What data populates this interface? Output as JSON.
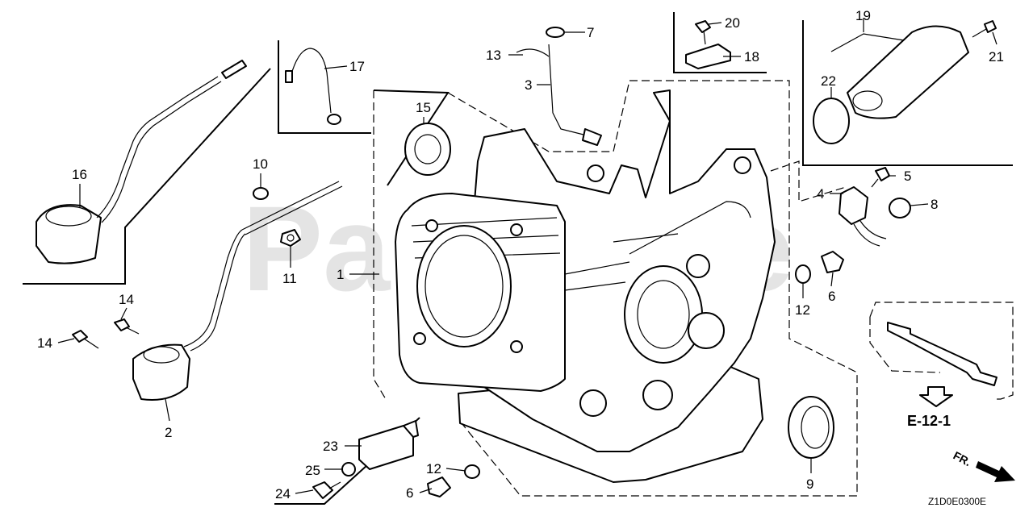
{
  "watermark": "PartsTree",
  "diagram_code": "Z1D0E0300E",
  "reference": {
    "label": "E-12-1"
  },
  "direction_label": "FR.",
  "callouts": [
    {
      "num": "1"
    },
    {
      "num": "2"
    },
    {
      "num": "3"
    },
    {
      "num": "4"
    },
    {
      "num": "5"
    },
    {
      "num": "6"
    },
    {
      "num": "6"
    },
    {
      "num": "7"
    },
    {
      "num": "8"
    },
    {
      "num": "9"
    },
    {
      "num": "10"
    },
    {
      "num": "11"
    },
    {
      "num": "12"
    },
    {
      "num": "12"
    },
    {
      "num": "13"
    },
    {
      "num": "14"
    },
    {
      "num": "14"
    },
    {
      "num": "15"
    },
    {
      "num": "16"
    },
    {
      "num": "17"
    },
    {
      "num": "18"
    },
    {
      "num": "19"
    },
    {
      "num": "20"
    },
    {
      "num": "21"
    },
    {
      "num": "22"
    },
    {
      "num": "23"
    },
    {
      "num": "24"
    },
    {
      "num": "25"
    }
  ]
}
